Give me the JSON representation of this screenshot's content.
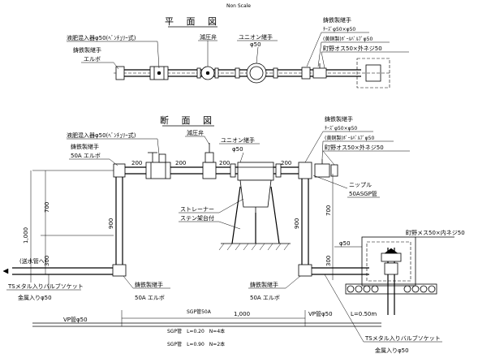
{
  "header": {
    "scale": "Non Scale"
  },
  "plan": {
    "title": "平 面 図",
    "labels": {
      "fertilizer_mixer": "液肥混入器φ50(ﾍﾞﾝﾁｭﾘｰ式)",
      "cast_iron_joint_left": "鋳鉄製継手",
      "elbow_left": "エルボ",
      "reducing_valve": "減圧弁",
      "union_joint": "ユニオン継手",
      "union_size": "φ50",
      "cast_iron_joint_right": "鋳鉄製継手",
      "tees": "ﾁｰｽﾞφ50×φ50",
      "ball_valve": "(黄銅製)ﾎﾞｰﾙﾊﾞﾙﾌﾞφ50",
      "machino_male": "町野オス50×外ネジ50"
    }
  },
  "section": {
    "title": "断 面 図",
    "labels": {
      "fertilizer_mixer": "液肥混入器φ50(ﾍﾞﾝﾁｭﾘｰ式)",
      "cast_iron_joint_left": "鋳鉄製継手",
      "elbow_50a_left": "50A エルボ",
      "reducing_valve": "減圧弁",
      "union_joint": "ユニオン継手",
      "union_size": "φ50",
      "cast_iron_joint_right": "鋳鉄製継手",
      "tees": "ﾁｰｽﾞφ50×φ50",
      "ball_valve": "(黄銅製)ﾎﾞｰﾙﾊﾞﾙﾌﾞφ50",
      "machino_male": "町野オス50×外ネジ50",
      "nipple": "ニップル",
      "nipple_pipe": "50ASGP管",
      "strainer": "ストレーナー",
      "stand": "ステン架台付",
      "to_water_pipe": "(送水管へ)",
      "ts_socket_left": "TSメタル入りバルブソケット",
      "metal_left": "金属入りφ50",
      "cast_iron_joint_bl": "鋳鉄製継手",
      "elbow_50a_bl": "50A エルボ",
      "cast_iron_joint_bm": "鋳鉄製継手",
      "elbow_50a_bm": "50A エルボ",
      "machino_female": "町野メス50×内ネジ50",
      "phi50": "φ50",
      "vp_left": "VP管φ50",
      "vp_right": "VP管φ50",
      "vp_len": "L=0.50m",
      "ts_socket_right": "TSメタル入りバルブソケット",
      "metal_right": "金属入りφ50",
      "sgp_50a": "SGP管50A",
      "sgp_1": "SGP管　L=0.20　N=4本",
      "sgp_2": "SGP管　L=0.90　N=2本"
    },
    "dims": {
      "d200_1": "200",
      "d200_2": "200",
      "d200_3": "200",
      "d200_4": "200",
      "d700_left": "700",
      "d1000_left": "1,000",
      "d300_left": "300",
      "d900_left": "900",
      "d900_right": "900",
      "d700_right": "700",
      "d300_right": "300",
      "d1000_bottom": "1,000"
    }
  }
}
